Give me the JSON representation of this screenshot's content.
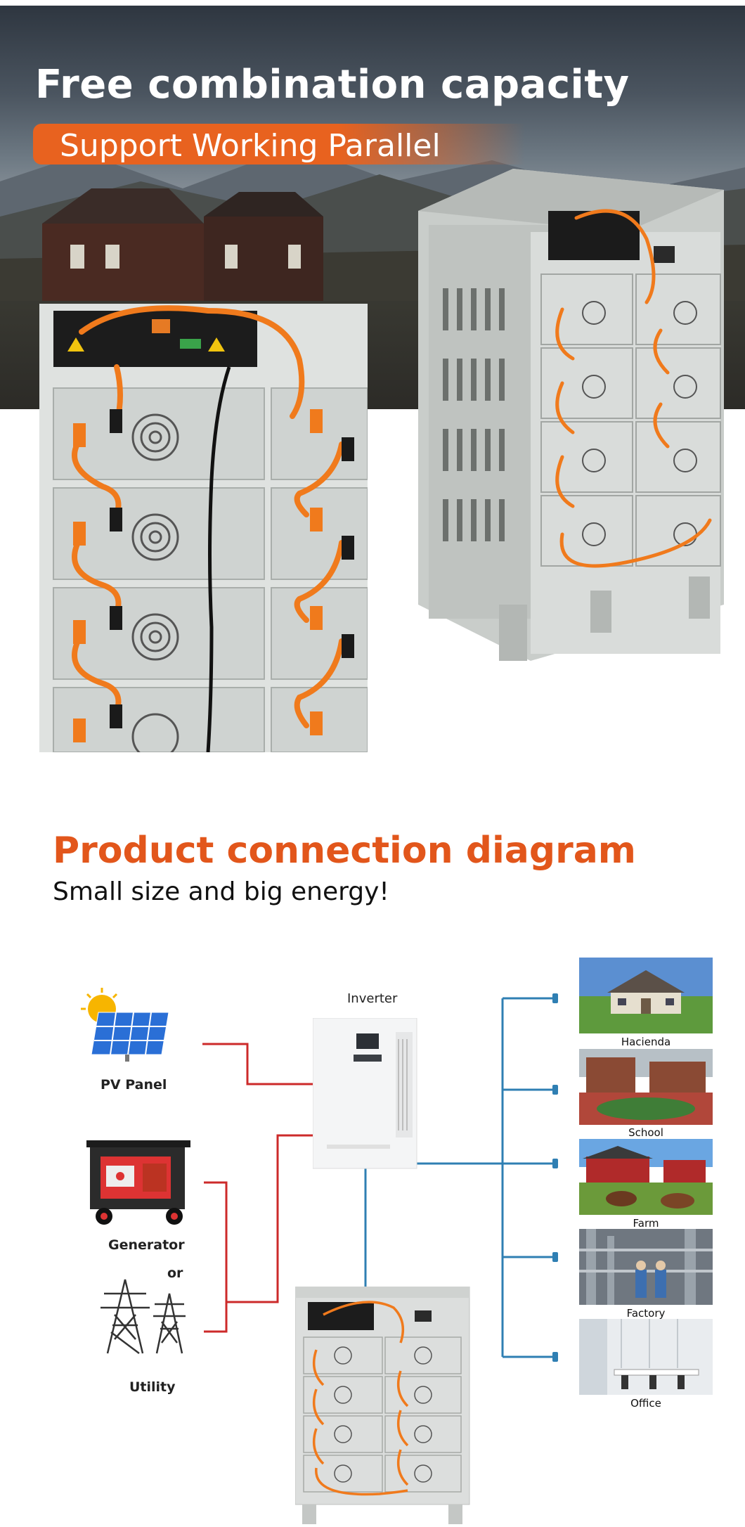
{
  "hero": {
    "title": "Free combination capacity",
    "subtitle": "Support Working Parallel"
  },
  "diagram": {
    "title": "Product connection diagram",
    "subtitle": "Small size and big energy!",
    "inverter_label": "Inverter",
    "pv_label": "PV Panel",
    "generator_label": "Generator",
    "or_label": "or",
    "utility_label": "Utility",
    "applications": [
      {
        "label": "Hacienda"
      },
      {
        "label": "School"
      },
      {
        "label": "Farm"
      },
      {
        "label": "Factory"
      },
      {
        "label": "Office"
      }
    ],
    "colors": {
      "accent": "#e2561b",
      "dc_line": "#cc2a2a",
      "ac_line": "#2f7fb3"
    }
  }
}
